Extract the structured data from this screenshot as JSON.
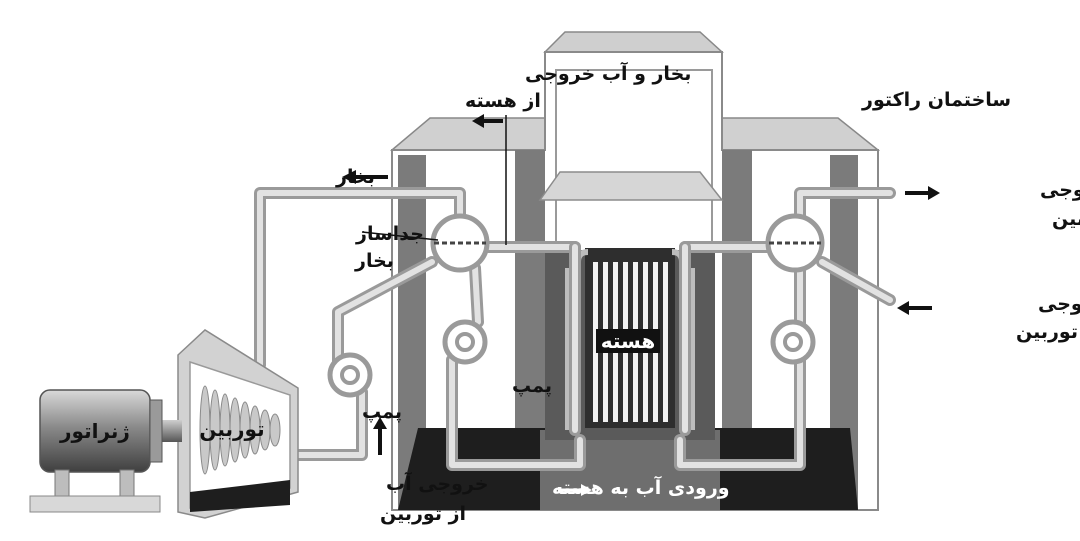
{
  "labels": {
    "steam_water_out_core_l1": "بخار و آب خروجی",
    "steam_water_out_core_l2": "از هسته",
    "reactor_building": "ساختمان راکتور",
    "steam": "بخار",
    "steam_separator_l1": "جداساز",
    "steam_separator_l2": "بخار",
    "steam_out_turbine_l1": "بخار خروجی",
    "steam_out_turbine_l2": "به سمت توربین",
    "water_out_turbine_right_l1": "آب خروجی",
    "water_out_turbine_right_l2": "از توربین",
    "core": "هسته",
    "pump_inner": "پمپ",
    "pump_outer": "پمپ",
    "generator": "ژنراتور",
    "turbine": "توربین",
    "water_out_turbine_left_l1": "خروجی آب",
    "water_out_turbine_left_l2": "از توربین",
    "water_inlet_core": "ورودی آب به هسته"
  }
}
